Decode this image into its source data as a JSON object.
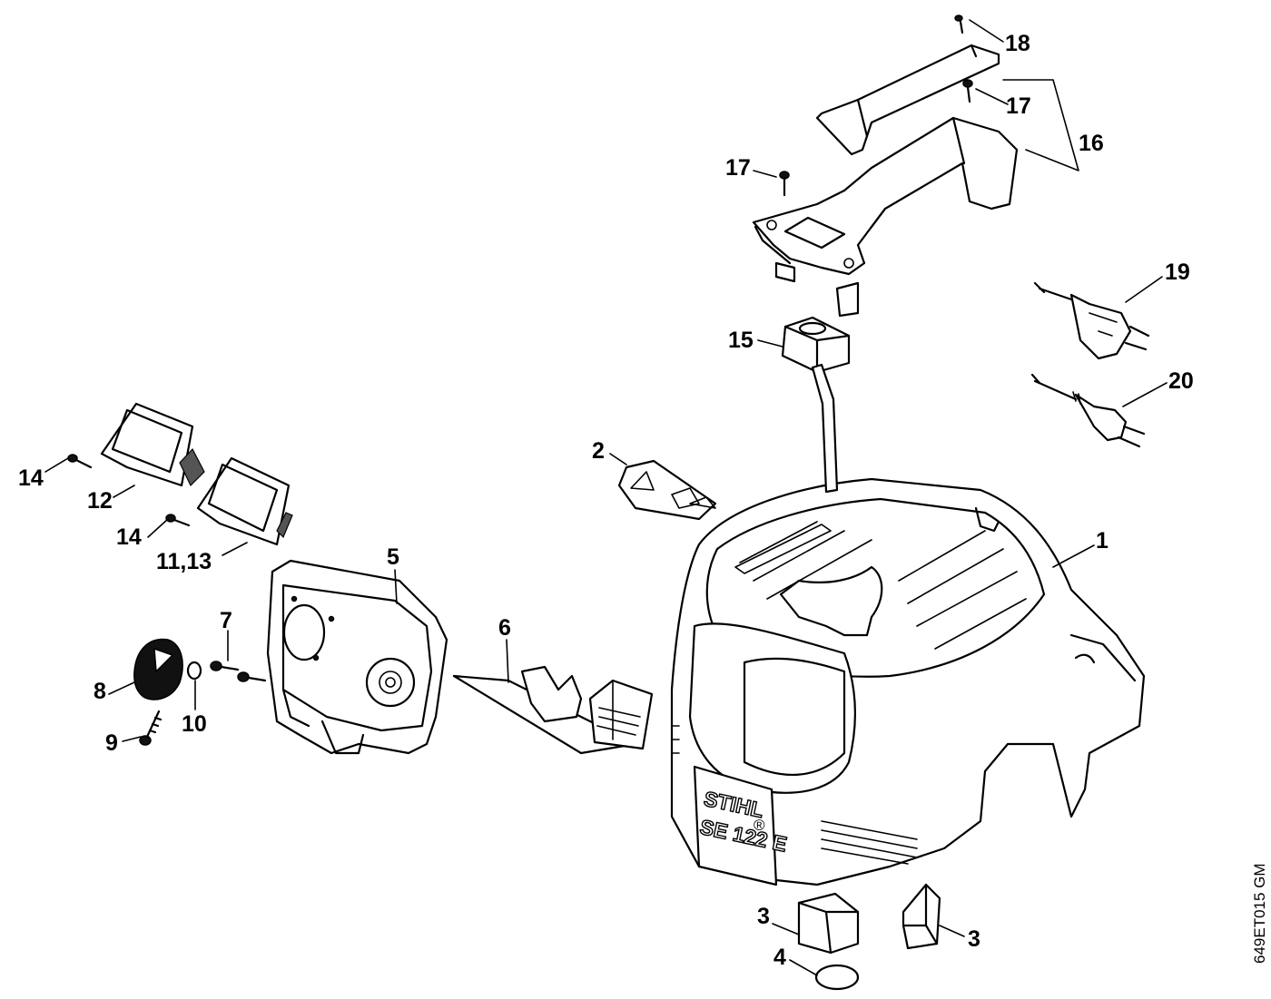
{
  "diagram": {
    "drawing_code": "649ET015 GM",
    "brand_text": "STIHL",
    "model_text": "SE 122 E",
    "registered_mark": "®",
    "callouts": {
      "c1": "1",
      "c2": "2",
      "c3a": "3",
      "c3b": "3",
      "c4": "4",
      "c5": "5",
      "c6": "6",
      "c7": "7",
      "c8": "8",
      "c9": "9",
      "c10": "10",
      "c11_13": "11,13",
      "c12": "12",
      "c14a": "14",
      "c14b": "14",
      "c15": "15",
      "c16": "16",
      "c17a": "17",
      "c17b": "17",
      "c18": "18",
      "c19": "19",
      "c20": "20"
    }
  }
}
